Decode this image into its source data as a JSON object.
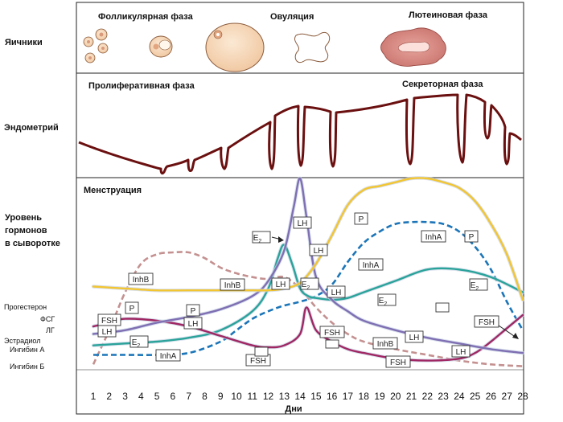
{
  "side_labels": {
    "ovaries": "Яичники",
    "endometrium": "Эндометрий",
    "serum_line1": "Уровень",
    "serum_line2": "гормонов",
    "serum_line3": "в сыворотке"
  },
  "hormone_names": {
    "progesterone": "Прогестерон",
    "fsh": "ФСГ",
    "lh": "ЛГ",
    "estradiol": "Эстрадиол",
    "inhibin_a": "Ингибин А",
    "inhibin_b": "Ингибин Б"
  },
  "phases": {
    "follicular": "Фолликулярная фаза",
    "ovulation": "Овуляция",
    "luteal": "Лютеиновая фаза",
    "proliferative": "Пролиферативная фаза",
    "secretory": "Секреторная фаза",
    "menstruation": "Менструация"
  },
  "x_axis": {
    "title": "Дни",
    "ticks": [
      "1",
      "2",
      "3",
      "4",
      "5",
      "6",
      "7",
      "8",
      "9",
      "10",
      "11",
      "12",
      "13",
      "14",
      "15",
      "16",
      "17",
      "18",
      "19",
      "20",
      "21",
      "22",
      "23",
      "24",
      "25",
      "26",
      "27",
      "28"
    ]
  },
  "series_labels": {
    "fsh": "FSH",
    "lh": "LH",
    "inhb": "InhB",
    "inha": "InhA",
    "p": "P",
    "e2": "E2"
  },
  "colors": {
    "progesterone": "#f2c531",
    "lh": "#7f6fb3",
    "fsh": "#a02763",
    "estradiol": "#2aa39a",
    "inhibin_a": "#1b75b8",
    "inhibin_b": "#c49090",
    "endometrium": "#6b1010"
  },
  "chart_data": {
    "type": "line",
    "x_unit_label": "Дни",
    "xlim": [
      1,
      28
    ],
    "series": [
      {
        "name": "Прогестерон",
        "key": "progesterone",
        "style": "solid",
        "x": [
          1,
          3,
          5,
          7,
          9,
          11,
          12,
          13,
          14,
          15,
          16,
          17,
          18,
          19,
          20,
          21,
          22,
          23,
          24,
          25,
          26,
          27,
          28
        ],
        "y": [
          0.43,
          0.42,
          0.41,
          0.41,
          0.41,
          0.41,
          0.41,
          0.42,
          0.45,
          0.55,
          0.7,
          0.86,
          0.94,
          0.96,
          0.98,
          1.0,
          1.0,
          0.98,
          0.95,
          0.88,
          0.76,
          0.6,
          0.36
        ]
      },
      {
        "name": "ЛГ",
        "key": "lh",
        "style": "solid",
        "x": [
          1,
          3,
          5,
          7,
          9,
          11,
          12,
          13,
          13.6,
          14,
          14.4,
          15,
          16,
          17,
          18,
          20,
          22,
          24,
          26,
          28
        ],
        "y": [
          0.18,
          0.2,
          0.24,
          0.27,
          0.31,
          0.38,
          0.46,
          0.62,
          0.85,
          1.0,
          0.8,
          0.48,
          0.36,
          0.3,
          0.25,
          0.2,
          0.16,
          0.13,
          0.1,
          0.08
        ]
      },
      {
        "name": "ФСГ",
        "key": "fsh",
        "style": "solid",
        "x": [
          1,
          2,
          3,
          5,
          7,
          9,
          11,
          12,
          13,
          14,
          14.4,
          15,
          16,
          17,
          18,
          20,
          22,
          24,
          25,
          26,
          27,
          28
        ],
        "y": [
          0.22,
          0.24,
          0.26,
          0.25,
          0.22,
          0.17,
          0.12,
          0.11,
          0.12,
          0.18,
          0.32,
          0.2,
          0.14,
          0.1,
          0.08,
          0.05,
          0.04,
          0.05,
          0.08,
          0.14,
          0.21,
          0.28
        ]
      },
      {
        "name": "Эстрадиол",
        "key": "estradiol",
        "style": "solid",
        "x": [
          1,
          3,
          5,
          7,
          9,
          11,
          12,
          12.6,
          13,
          13.5,
          14,
          14.5,
          15,
          16,
          17,
          18,
          20,
          22,
          24,
          26,
          28
        ],
        "y": [
          0.12,
          0.13,
          0.14,
          0.16,
          0.2,
          0.3,
          0.42,
          0.58,
          0.65,
          0.55,
          0.42,
          0.38,
          0.37,
          0.36,
          0.37,
          0.4,
          0.46,
          0.52,
          0.52,
          0.48,
          0.4
        ]
      },
      {
        "name": "Ингибин А",
        "key": "inhibin_a",
        "style": "dashed",
        "x": [
          1,
          3,
          5,
          7,
          9,
          10,
          11,
          12,
          13,
          14,
          15,
          16,
          17,
          18,
          19,
          20,
          21,
          22,
          23,
          24,
          25,
          26,
          27,
          28
        ],
        "y": [
          0.07,
          0.07,
          0.07,
          0.08,
          0.14,
          0.2,
          0.26,
          0.3,
          0.33,
          0.35,
          0.38,
          0.44,
          0.56,
          0.66,
          0.72,
          0.76,
          0.77,
          0.77,
          0.76,
          0.72,
          0.64,
          0.52,
          0.35,
          0.2
        ]
      },
      {
        "name": "Ингибин Б",
        "key": "inhibin_b",
        "style": "dashed",
        "x": [
          1,
          2,
          3,
          4,
          5,
          6,
          7,
          8,
          9,
          10,
          11,
          12,
          13,
          14,
          15,
          16,
          17,
          18,
          20,
          22,
          24,
          26,
          28
        ],
        "y": [
          0.02,
          0.2,
          0.4,
          0.55,
          0.6,
          0.61,
          0.61,
          0.58,
          0.53,
          0.5,
          0.48,
          0.47,
          0.48,
          0.42,
          0.32,
          0.24,
          0.18,
          0.14,
          0.1,
          0.07,
          0.04,
          0.02,
          0.01
        ]
      }
    ]
  }
}
